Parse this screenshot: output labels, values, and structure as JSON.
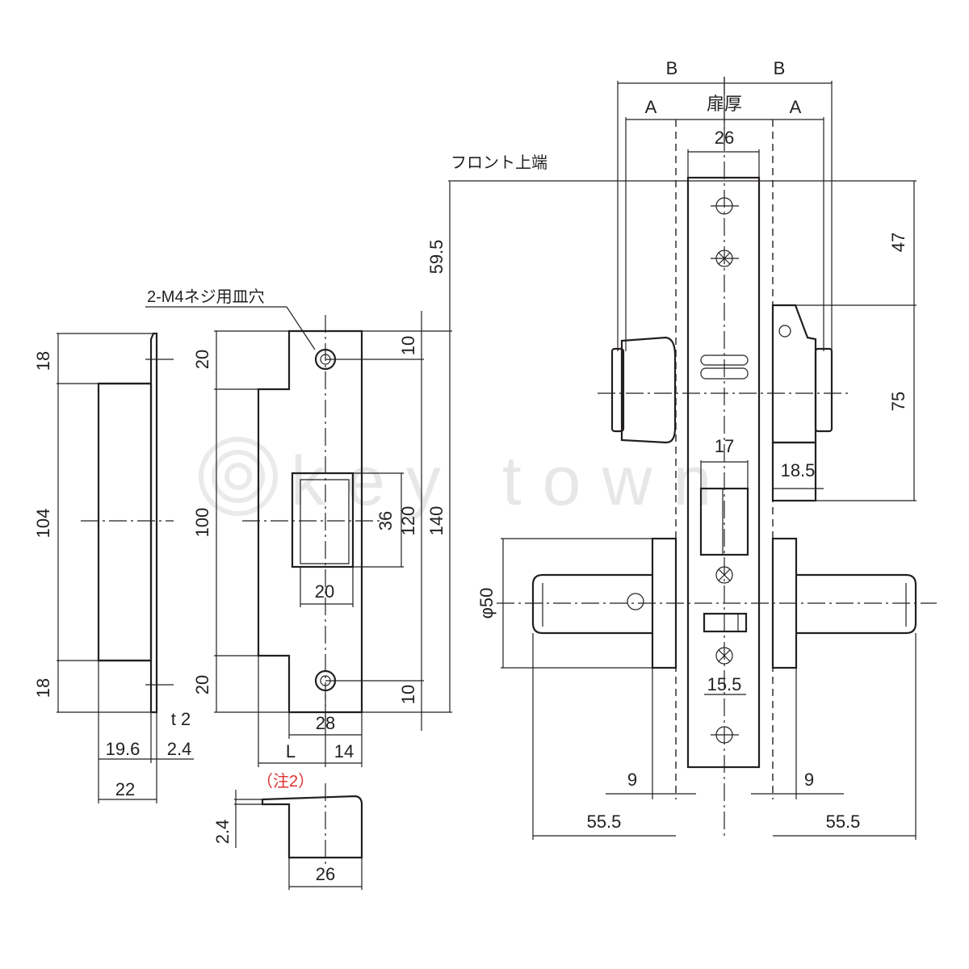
{
  "labels": {
    "screw_hole": "2-M4ネジ用皿穴",
    "front_top": "フロント上端",
    "door_thickness": "扉厚",
    "note2": "（注2）",
    "a_left": "A",
    "a_right": "A",
    "b_left": "B",
    "b_right": "B",
    "phi50": "φ50",
    "t2": "t 2",
    "watermark": "key town",
    "case_l": "L"
  },
  "dims": {
    "strike_box": {
      "top": "18",
      "mid": "104",
      "bottom": "18",
      "width_in": "19.6",
      "thk": "2.4",
      "width": "22"
    },
    "strike_plate": {
      "top": "20",
      "mid": "100",
      "bottom": "20",
      "right_top": "10",
      "right_bottom": "10",
      "hole_h": "36",
      "between_h": "120",
      "total_h": "140",
      "hole_w": "20",
      "width": "28",
      "side": "14"
    },
    "profile": {
      "height": "2.4",
      "width": "26"
    },
    "lock": {
      "front_w": "26",
      "front_to_cyl": "59.5",
      "cyl_center": "47",
      "cyl_span": "75",
      "latch_w": "17",
      "cyl_off": "18.5",
      "deadbolt_w": "15.5",
      "rose_off_l": "9",
      "rose_off_r": "9",
      "lever_l": "55.5",
      "lever_r": "55.5"
    }
  },
  "colors": {
    "line": "#231f20",
    "note": "#e03030",
    "watermark": "#cccccc"
  }
}
